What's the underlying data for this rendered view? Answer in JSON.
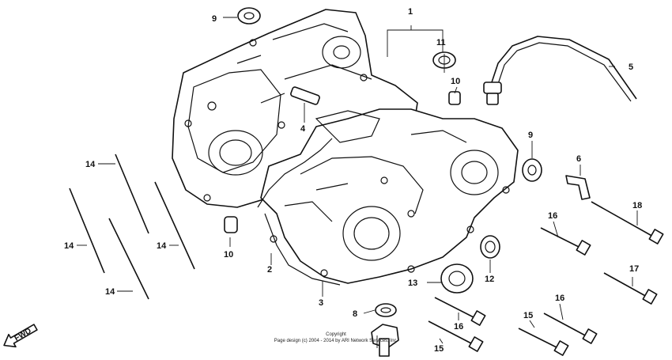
{
  "callouts": {
    "c1": "1",
    "c2": "2",
    "c3": "3",
    "c4": "4",
    "c5": "5",
    "c6": "6",
    "c8": "8",
    "c9a": "9",
    "c9b": "9",
    "c10a": "10",
    "c10b": "10",
    "c11": "11",
    "c12": "12",
    "c13": "13",
    "c14a": "14",
    "c14b": "14",
    "c14c": "14",
    "c14d": "14",
    "c15a": "15",
    "c15b": "15",
    "c16a": "16",
    "c16b": "16",
    "c16c": "16",
    "c17": "17",
    "c18": "18"
  },
  "direction_label": "FWD",
  "copyright": {
    "line1": "Copyright",
    "line2": "Page design (c) 2004 - 2014 by ARI Network Services, Inc."
  },
  "colors": {
    "ink": "#111111",
    "paper": "#ffffff"
  }
}
